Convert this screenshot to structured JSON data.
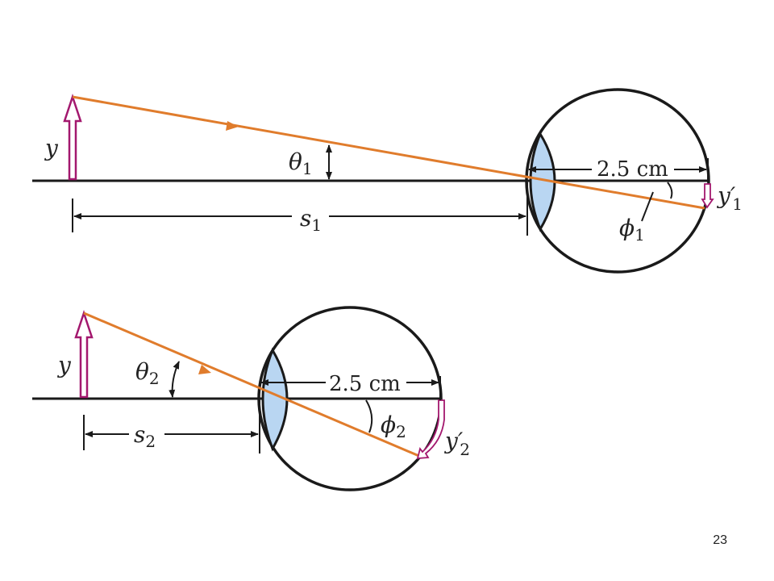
{
  "colors": {
    "ray": "#e07c2c",
    "object_arrow": "#a3186e",
    "lens_fill": "#b9d6f2",
    "outline": "#1a1a1a"
  },
  "upper_diagram": {
    "object_label": "y",
    "angle_label": "θ",
    "angle_subscript": "1",
    "distance_label": "s",
    "distance_subscript": "1",
    "eye_depth_label": "2.5 cm",
    "image_angle_label": "ϕ",
    "image_angle_subscript": "1",
    "image_label": "y′",
    "image_subscript": "1"
  },
  "lower_diagram": {
    "object_label": "y",
    "angle_label": "θ",
    "angle_subscript": "2",
    "distance_label": "s",
    "distance_subscript": "2",
    "eye_depth_label": "2.5 cm",
    "image_angle_label": "ϕ",
    "image_angle_subscript": "2",
    "image_label": "y′",
    "image_subscript": "2"
  },
  "page_number": "23"
}
